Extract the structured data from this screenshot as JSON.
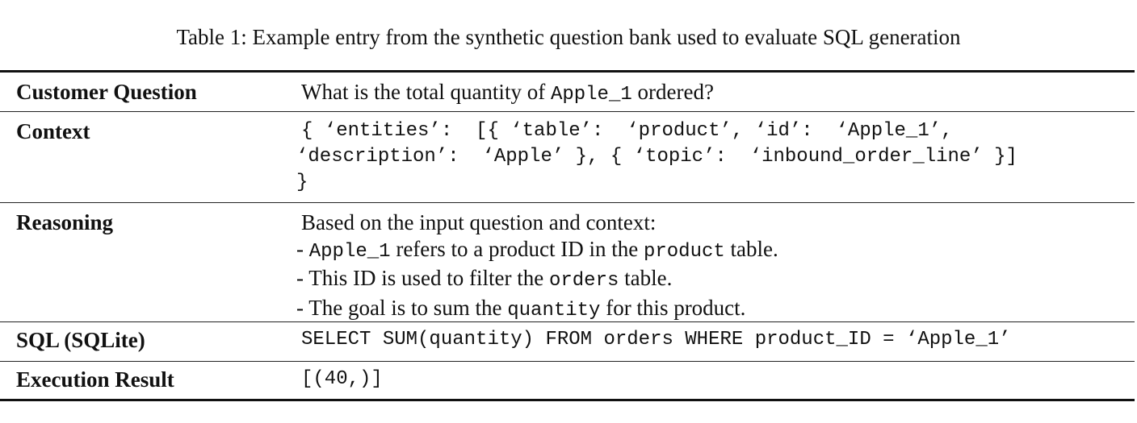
{
  "caption": "Table 1: Example entry from the synthetic question bank used to evaluate SQL generation",
  "rows": [
    {
      "label": "Customer Question"
    },
    {
      "label": "Context"
    },
    {
      "label": "Reasoning"
    },
    {
      "label": "SQL (SQLite)"
    },
    {
      "label": "Execution Result"
    }
  ],
  "question": {
    "prefix": "What is the total quantity of ",
    "code": "Apple_1",
    "suffix": " ordered?"
  },
  "context": {
    "line1": "{ ‘entities’:  [{ ‘table’:  ‘product’, ‘id’:  ‘Apple_1’,",
    "line2": "‘description’:  ‘Apple’ }, { ‘topic’:  ‘inbound_order_line’ }]",
    "line3": "}"
  },
  "reasoning": {
    "intro": "Based on the input question and context:",
    "b1_dash": "- ",
    "b1_code": "Apple_1",
    "b1_mid": " refers to a product ID in the ",
    "b1_code2": "product",
    "b1_end": " table.",
    "b2_pre": "- This ID is used to filter the ",
    "b2_code": "orders",
    "b2_end": " table.",
    "b3_pre": "- The goal is to sum the ",
    "b3_code": "quantity",
    "b3_end": " for this product."
  },
  "sql": "SELECT SUM(quantity) FROM orders WHERE product_ID = ‘Apple_1’",
  "result": "[(40,)]"
}
